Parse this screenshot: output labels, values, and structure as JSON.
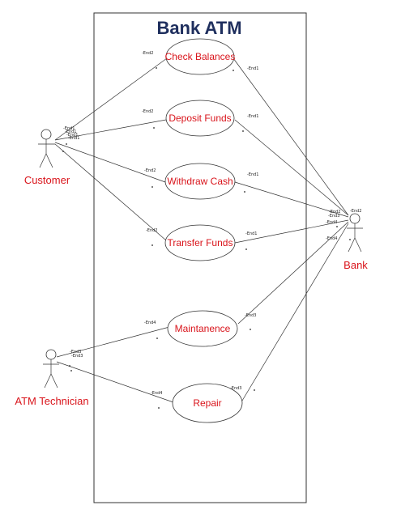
{
  "title": "Bank ATM",
  "colors": {
    "title": "#1f2f5e",
    "labels": "#d9141b",
    "lines": "#333333"
  },
  "actors": {
    "customer": "Customer",
    "bank": "Bank",
    "technician": "ATM Technician"
  },
  "use_cases": {
    "check_balances": "Check Balances",
    "deposit_funds": "Deposit Funds",
    "withdraw_cash": "Withdraw Cash",
    "transfer_funds": "Transfer Funds",
    "maintanence": "Maintanence",
    "repair": "Repair"
  },
  "ends": {
    "end1": "-End1",
    "end2": "-End2",
    "end3": "-End3",
    "end4": "-End4"
  }
}
